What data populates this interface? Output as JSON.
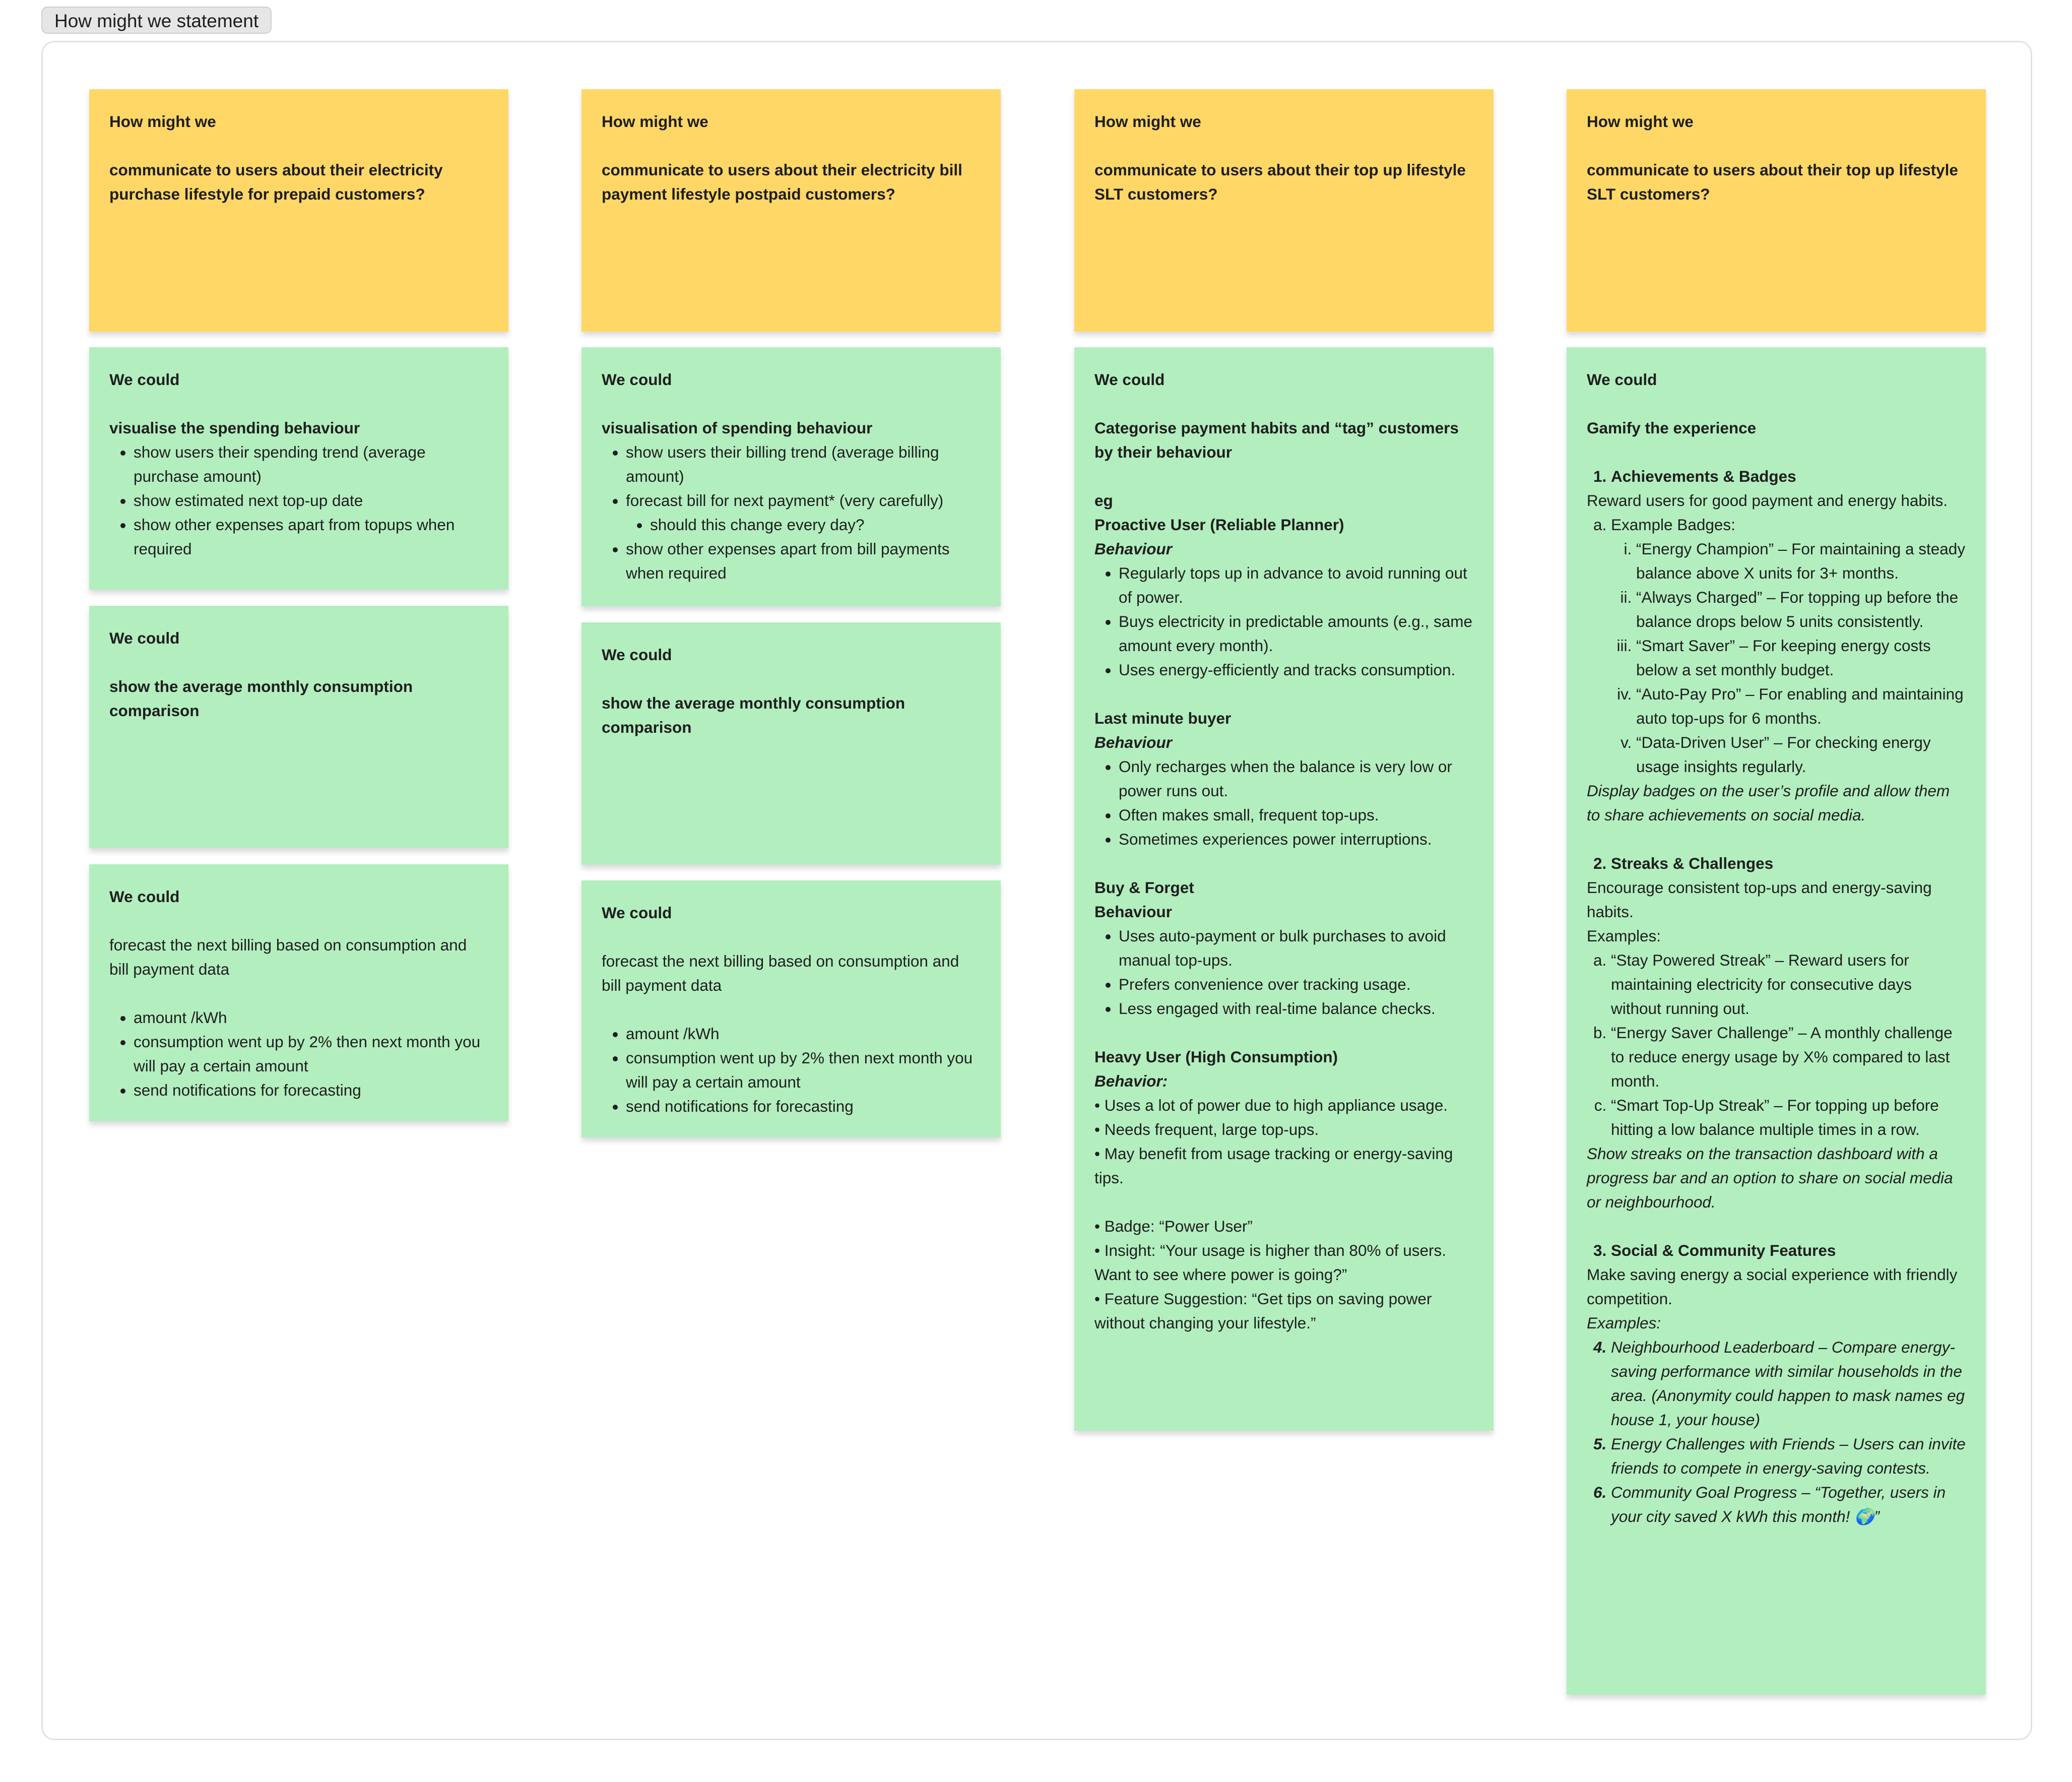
{
  "section": {
    "label": "How might we statement"
  },
  "columns": [
    {
      "hmw": {
        "heading": "How might we",
        "text": "communicate to users about their electricity purchase lifestyle for prepaid customers?"
      },
      "ideas": [
        {
          "heading": "We could",
          "title": "visualise the spending behaviour",
          "bullets": [
            "show users their spending trend (average purchase amount)",
            "show estimated next top-up date",
            "show other expenses apart from topups when required"
          ]
        },
        {
          "heading": "We could",
          "title": "show the average monthly consumption comparison"
        },
        {
          "heading": "We could",
          "text": "forecast the next billing based on consumption and bill payment data",
          "bullets": [
            "amount /kWh",
            "consumption went up by 2% then next month you will pay a certain amount",
            "send notifications for forecasting"
          ]
        }
      ]
    },
    {
      "hmw": {
        "heading": "How might we",
        "text": "communicate to users about their electricity bill payment lifestyle postpaid customers?"
      },
      "ideas": [
        {
          "heading": "We could",
          "title": "visualisation of spending behaviour",
          "bullets": [
            "show users their billing trend (average billing amount)",
            "forecast bill for next payment* (very carefully)",
            "should this change every day?",
            "show other expenses apart from bill payments when required"
          ]
        },
        {
          "heading": "We could",
          "title": "show the average monthly consumption comparison"
        },
        {
          "heading": "We could",
          "text": "forecast the next billing based on consumption and bill payment data",
          "bullets": [
            "amount /kWh",
            "consumption went up by 2% then next month you will pay a certain amount",
            "send notifications for forecasting"
          ]
        }
      ]
    },
    {
      "hmw": {
        "heading": "How might we",
        "text": "communicate to users about their top up lifestyle SLT customers?"
      },
      "idea": {
        "heading": "We could",
        "title": "Categorise payment habits and “tag” customers by their behaviour",
        "eg": "eg",
        "groups": [
          {
            "name": "Proactive User (Reliable Planner)",
            "label": "Behaviour",
            "bullets": [
              "Regularly tops up in advance to avoid running out of power.",
              "Buys electricity in predictable amounts (e.g., same amount every month).",
              "Uses energy-efficiently and tracks consumption."
            ]
          },
          {
            "name": "Last minute buyer",
            "label": "Behaviour",
            "bullets": [
              "Only recharges when the balance is very low or power runs out.",
              "Often makes small, frequent top-ups.",
              "Sometimes experiences power interruptions."
            ]
          },
          {
            "name": "Buy & Forget",
            "label": "Behaviour",
            "bullets": [
              "Uses auto-payment or bulk purchases to avoid manual top-ups.",
              "Prefers convenience over tracking usage.",
              "Less engaged with real-time balance checks."
            ]
          }
        ],
        "heavy": {
          "name": "Heavy User (High Consumption)",
          "label": "Behavior:",
          "lines": [
            " • Uses a lot of power due to high appliance usage.",
            " • Needs frequent, large top-ups.",
            " • May benefit from usage tracking or energy-saving tips."
          ],
          "extra": [
            " • Badge: “Power User”",
            " • Insight: “Your usage is higher than 80% of users. Want to see where power is going?”",
            " • Feature Suggestion: “Get tips on saving power without changing your lifestyle.”"
          ]
        }
      }
    },
    {
      "hmw": {
        "heading": "How might we",
        "text": "communicate to users about their top up lifestyle SLT customers?"
      },
      "idea": {
        "heading": "We could",
        "title": "Gamify the experience",
        "s1": {
          "title": "Achievements & Badges",
          "intro": "Reward users for good payment and energy habits.",
          "sub": "Example Badges:",
          "badges": [
            "“Energy Champion” – For maintaining a steady balance above X units for 3+ months.",
            "“Always Charged” – For topping up before the balance drops below 5 units consistently.",
            "“Smart Saver” – For keeping energy costs below a set monthly budget.",
            "“Auto-Pay Pro” – For enabling and maintaining auto top-ups for 6 months.",
            "“Data-Driven User” – For checking energy usage insights regularly."
          ],
          "note": "Display badges on the user’s profile and allow them to share achievements on social media."
        },
        "s2": {
          "title": "Streaks & Challenges",
          "intro": "Encourage consistent top-ups and energy-saving habits.",
          "examples": "Examples:",
          "items": [
            "“Stay Powered Streak” – Reward users for maintaining electricity for consecutive days without running out.",
            "“Energy Saver Challenge” – A monthly challenge to reduce energy usage by X% compared to last month.",
            "“Smart Top-Up Streak” – For topping up before hitting a low balance multiple times in a row."
          ],
          "note": "Show streaks on the transaction dashboard with a progress bar and an option to share on social media or neighbourhood."
        },
        "s3": {
          "title": "Social & Community Features",
          "intro": "Make saving energy a social experience with friendly competition.",
          "examples": "Examples:",
          "items": [
            "Neighbourhood Leaderboard – Compare energy-saving performance with similar households in the area. (Anonymity could happen to mask names eg house 1, your house)",
            "Energy Challenges with Friends – Users can invite friends to compete in energy-saving contests.",
            "Community Goal Progress – “Together, users in your city saved X kWh this month! 🌍”"
          ]
        }
      }
    }
  ],
  "colors": {
    "yellow": "#fed766",
    "green": "#b3eebf"
  }
}
